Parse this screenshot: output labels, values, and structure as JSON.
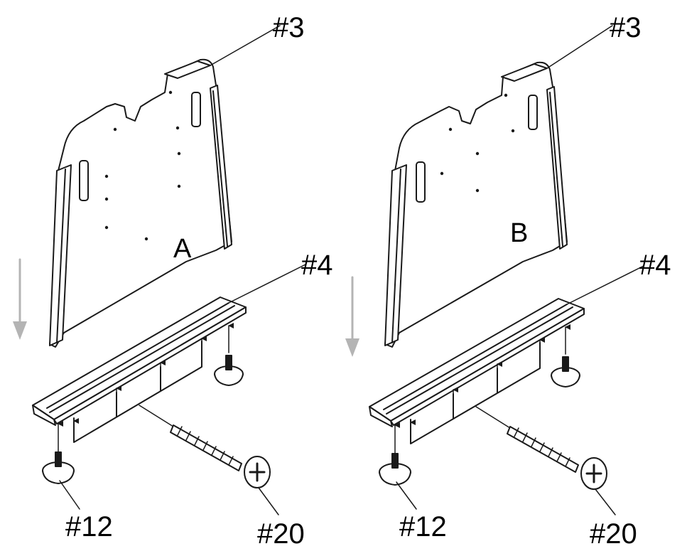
{
  "colors": {
    "line": "#1a1a1a",
    "panel_fill": "#ffffff",
    "arrow_gray": "#b4b4b4",
    "shadow": "#e6e6e6"
  },
  "icons": {
    "down_arrow": "down-arrow-icon",
    "screw": "screw-icon",
    "glide_foot": "glide-foot-icon"
  },
  "assemblies": [
    {
      "panel_letter": "A",
      "labels": {
        "panel": "#3",
        "rail": "#4",
        "foot": "#12",
        "screw": "#20"
      }
    },
    {
      "panel_letter": "B",
      "labels": {
        "panel": "#3",
        "rail": "#4",
        "foot": "#12",
        "screw": "#20"
      }
    }
  ]
}
